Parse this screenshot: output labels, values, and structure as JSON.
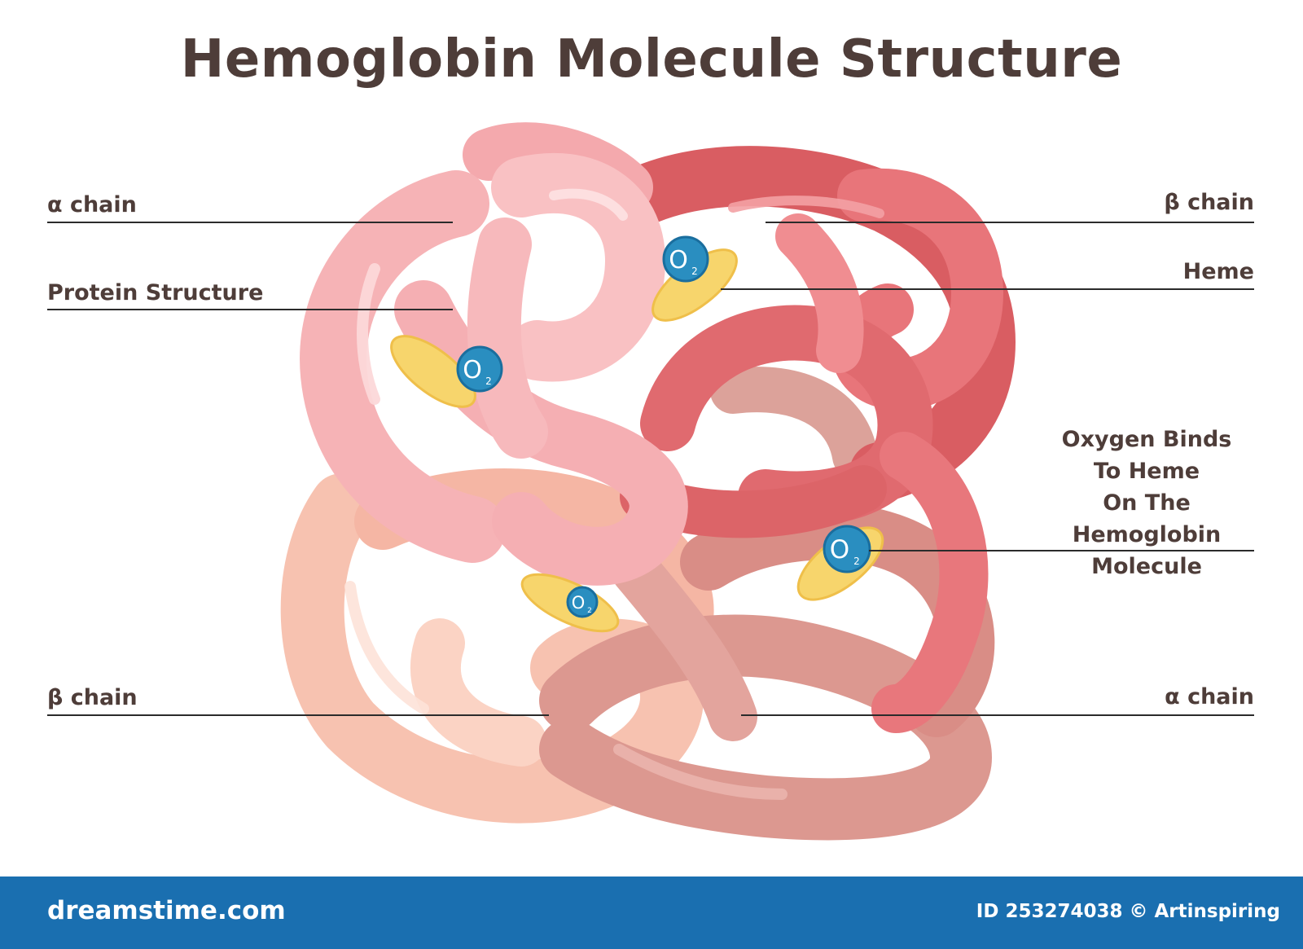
{
  "title": "Hemoglobin Molecule Structure",
  "labels": {
    "alpha_chain_top": "α chain",
    "protein_structure": "Protein Structure",
    "beta_chain_bottom": "β chain",
    "beta_chain_top": "β chain",
    "heme": "Heme",
    "oxygen_binds": [
      "Oxygen Binds",
      "To Heme",
      "On The Hemoglobin",
      "Molecule"
    ],
    "alpha_chain_bottom": "α chain"
  },
  "oxygen_symbol": {
    "letter": "O",
    "subscript": "2"
  },
  "footer": {
    "brand": "dreamstime.com",
    "credit": "ID 253274038 © Artinspiring"
  },
  "colors": {
    "title": "#4e3d39",
    "alpha_chain_light": "#f6b3b6",
    "beta_chain_red": "#e26b6f",
    "beta_chain_peach": "#f7c2b0",
    "alpha_chain_mauve": "#dc9890",
    "heme": "#f7d56c",
    "oxygen": "#2a8ec0",
    "footer": "#1a6fb0"
  }
}
